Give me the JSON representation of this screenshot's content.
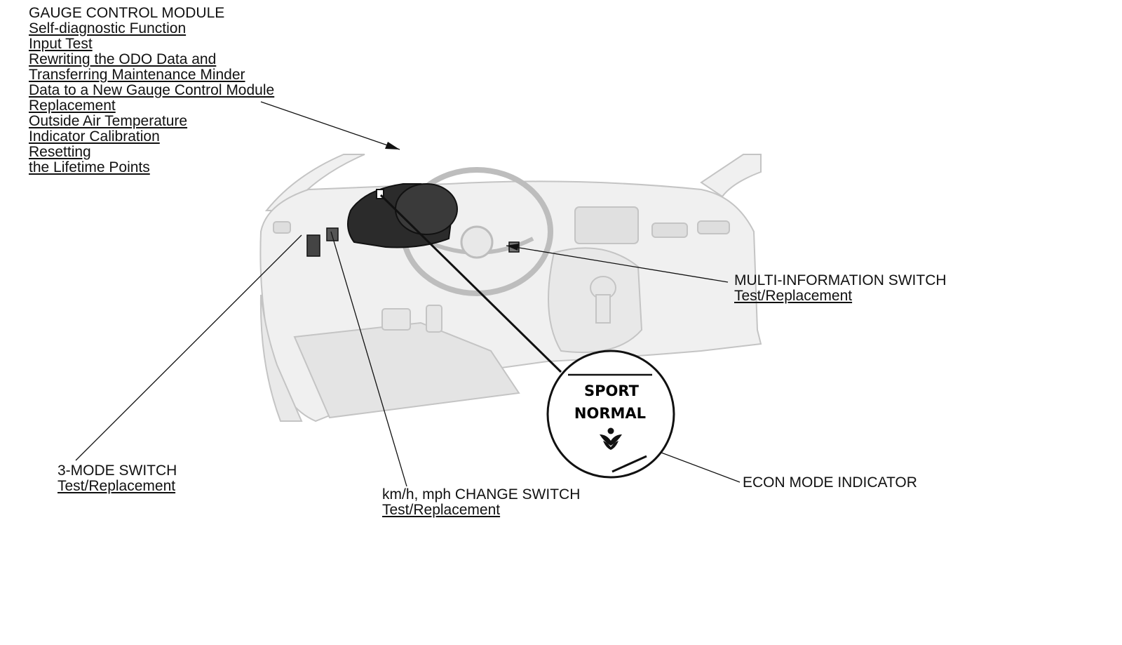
{
  "gauge_control_module": {
    "title": "GAUGE CONTROL MODULE",
    "links": [
      "Self-diagnostic Function",
      "Input Test",
      "Rewriting the ODO Data and",
      "Transferring Maintenance Minder",
      "Data to a New Gauge Control Module",
      "Replacement",
      "Outside Air Temperature",
      "Indicator Calibration",
      "Resetting",
      "the Lifetime Points"
    ]
  },
  "multi_information_switch": {
    "title": "MULTI-INFORMATION SWITCH",
    "link": "Test/Replacement"
  },
  "three_mode_switch": {
    "title": "3-MODE SWITCH",
    "link": "Test/Replacement"
  },
  "kmh_mph_change_switch": {
    "title": "km/h, mph CHANGE SWITCH",
    "link": "Test/Replacement"
  },
  "econ_mode_indicator": {
    "title": "ECON MODE INDICATOR"
  },
  "detail_view": {
    "line1": "SPORT",
    "line2": "NORMAL",
    "icon": "econ-leaf-icon"
  },
  "colors": {
    "line": "#111111",
    "dash_fill": "#efefef",
    "dash_stroke": "#bdbdbd",
    "cluster": "#2b2b2b"
  }
}
